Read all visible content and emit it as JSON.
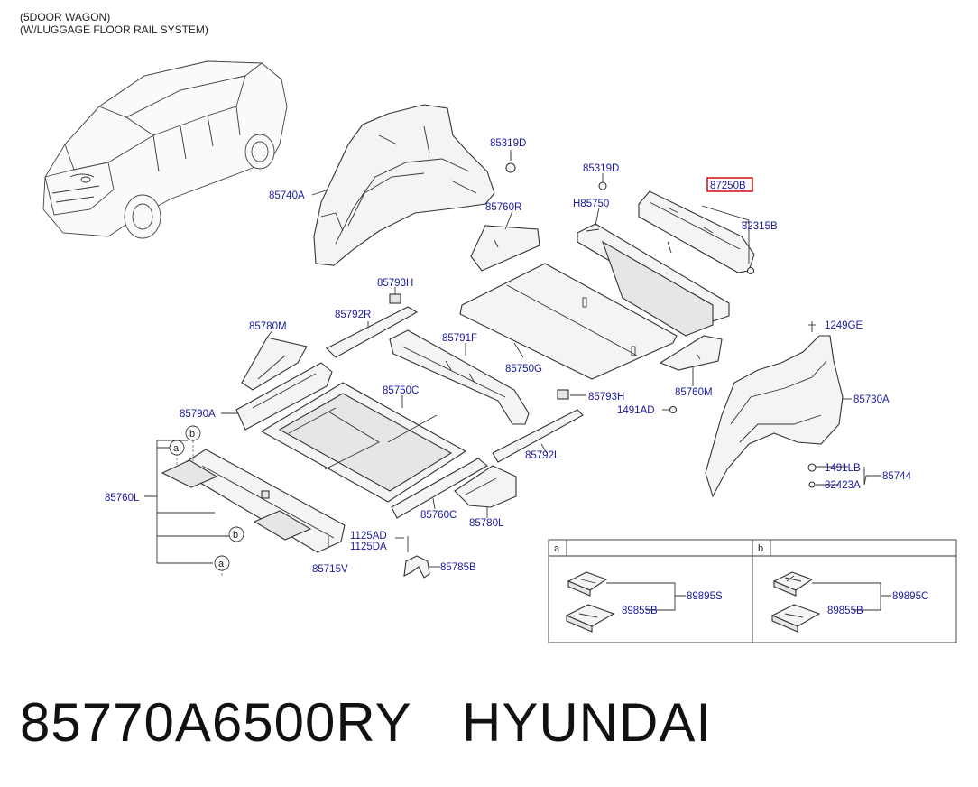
{
  "header": {
    "line1": "(5DOOR WAGON)",
    "line2": "(W/LUGGAGE FLOOR RAIL SYSTEM)"
  },
  "footer": {
    "part_number": "85770A6500RY",
    "brand": "HYUNDAI"
  },
  "colors": {
    "label": "#1a1aa0",
    "highlight": "#cc0000"
  },
  "labels": {
    "l85319D_a": "85319D",
    "l85319D_b": "85319D",
    "l85740A": "85740A",
    "l85760R": "85760R",
    "lH85750": "H85750",
    "l87250B": "87250B",
    "l82315B": "82315B",
    "l85793H_a": "85793H",
    "l85792R": "85792R",
    "l85780M": "85780M",
    "l85791F": "85791F",
    "l85750G": "85750G",
    "l1249GE": "1249GE",
    "l85760M": "85760M",
    "l85730A": "85730A",
    "l85790A": "85790A",
    "l85750C": "85750C",
    "l85793H_b": "85793H",
    "l1491AD": "1491AD",
    "l85792L": "85792L",
    "l1491LB": "1491LB",
    "l85744": "85744",
    "l82423A": "82423A",
    "l85760L": "85760L",
    "l85760C": "85760C",
    "l85780L": "85780L",
    "l1125AD": "1125AD",
    "l1125DA": "1125DA",
    "l85785B": "85785B",
    "l85715V": "85715V",
    "l89895S": "89895S",
    "l89855B_a": "89855B",
    "l89895C": "89895C",
    "l89855B_b": "89855B"
  },
  "callouts": {
    "a": "a",
    "b": "b"
  }
}
